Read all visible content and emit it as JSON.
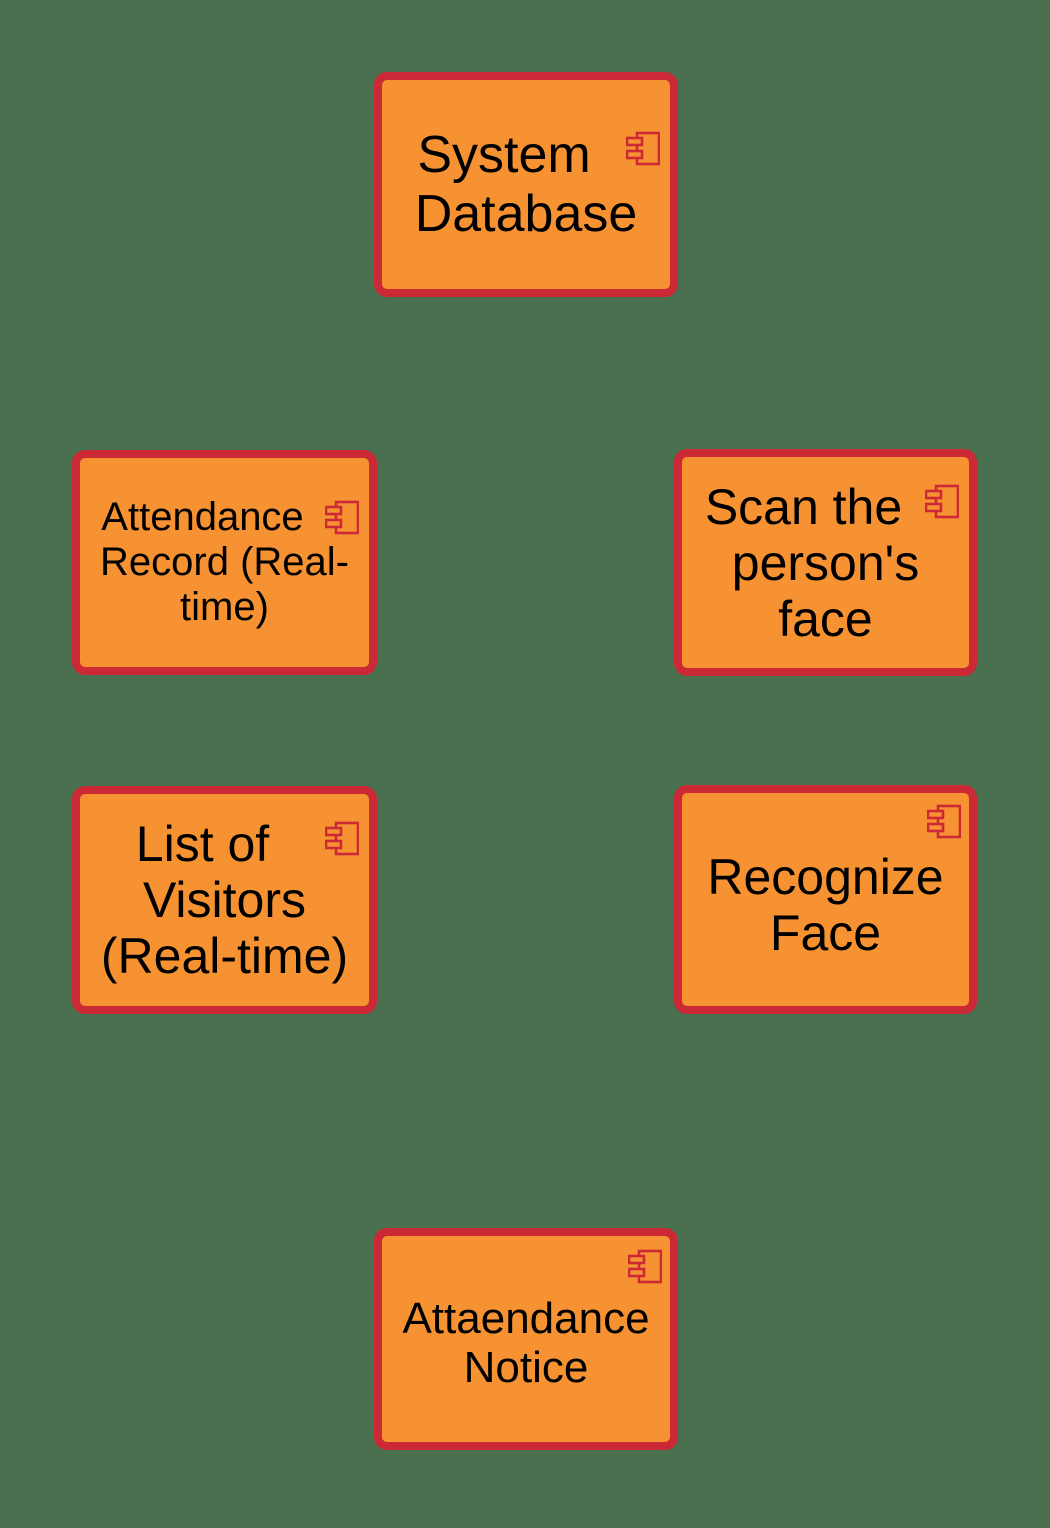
{
  "diagram": {
    "type": "uml-component-diagram",
    "background_color": "#4a7050",
    "component_fill_color": "#f79232",
    "component_border_color": "#cc2936",
    "text_color": "#000000",
    "icon_name": "uml-component-icon",
    "components": [
      {
        "id": "system-database",
        "label": "System Database",
        "lines": [
          "System",
          "Database"
        ],
        "icon_placement": "inline-first-line"
      },
      {
        "id": "attendance-record",
        "label": "Attendance Record (Real-time)",
        "lines": [
          "Attendance",
          "Record",
          "(Real-time)"
        ],
        "icon_placement": "inline-first-line"
      },
      {
        "id": "scan-face",
        "label": "Scan the person's face",
        "lines": [
          "Scan the",
          "person's",
          "face"
        ],
        "icon_placement": "inline-first-line"
      },
      {
        "id": "list-visitors",
        "label": "List of Visitors (Real-time)",
        "lines": [
          "List of",
          "Visitors",
          "(Real-time)"
        ],
        "icon_placement": "inline-first-line"
      },
      {
        "id": "recognize-face",
        "label": "Recognize Face",
        "lines": [
          "Recognize",
          "Face"
        ],
        "icon_placement": "own-line"
      },
      {
        "id": "attendance-notice",
        "label": "Attaendance Notice",
        "lines": [
          "Attaendance",
          "Notice"
        ],
        "icon_placement": "own-line"
      }
    ]
  }
}
